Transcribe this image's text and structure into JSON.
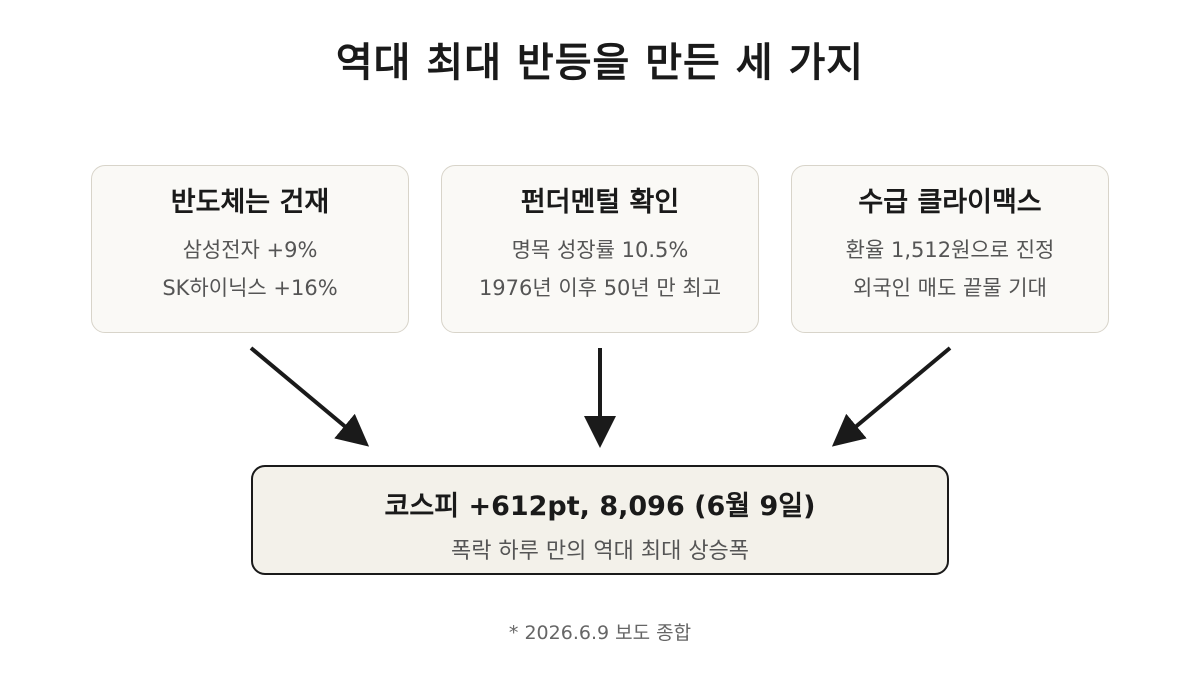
{
  "title": "역대 최대 반등을 만든 세 가지",
  "factors": [
    {
      "title": "반도체는 건재",
      "lines": [
        "삼성전자 +9%",
        "SK하이닉스 +16%"
      ]
    },
    {
      "title": "펀더멘털 확인",
      "lines": [
        "명목 성장률 10.5%",
        "1976년 이후 50년 만 최고"
      ]
    },
    {
      "title": "수급 클라이맥스",
      "lines": [
        "환율 1,512원으로 진정",
        "외국인 매도 끝물 기대"
      ]
    }
  ],
  "result": {
    "title": "코스피 +612pt, 8,096 (6월 9일)",
    "subtitle": "폭락 하루 만의 역대 최대 상승폭"
  },
  "footnote": "* 2026.6.9 보도 종합",
  "colors": {
    "box_border": "#d8d4ca",
    "box_fill": "#faf9f6",
    "result_fill": "#f3f1ea",
    "arrow": "#1a1a1a",
    "muted_text": "#555555"
  }
}
